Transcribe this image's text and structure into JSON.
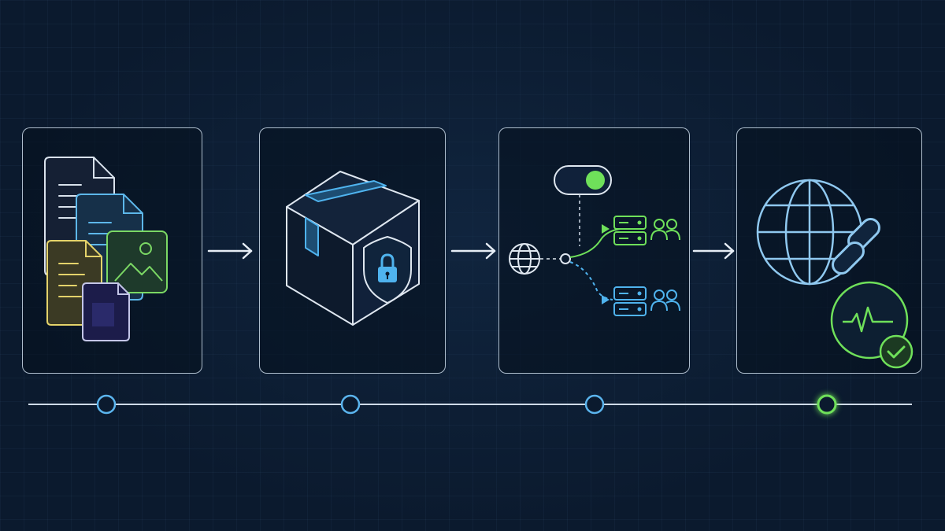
{
  "colors": {
    "background": "#0b1a2e",
    "panel_border": "#cfdbe8",
    "accent_blue": "#4fb3ee",
    "accent_green": "#6fe05a",
    "accent_yellow": "#e5d36a",
    "accent_purple": "#6a63d8"
  },
  "steps": [
    {
      "name": "files",
      "icons": [
        "document-icon",
        "document-icon",
        "image-icon",
        "document-icon",
        "document-icon"
      ]
    },
    {
      "name": "package",
      "icons": [
        "package-box-icon",
        "shield-lock-icon"
      ]
    },
    {
      "name": "routing",
      "icons": [
        "toggle-icon",
        "globe-icon",
        "server-icon",
        "users-icon",
        "server-icon",
        "users-icon"
      ]
    },
    {
      "name": "live",
      "icons": [
        "globe-icon",
        "link-chain-icon",
        "health-monitor-icon",
        "check-badge-icon"
      ]
    }
  ],
  "connectors": [
    "arrow-right-icon",
    "arrow-right-icon",
    "arrow-right-icon"
  ],
  "timeline": {
    "markers": [
      {
        "color": "#5bb5ee",
        "active": false
      },
      {
        "color": "#5bb5ee",
        "active": false
      },
      {
        "color": "#5bb5ee",
        "active": false
      },
      {
        "color": "#6fe05a",
        "active": true
      }
    ]
  }
}
